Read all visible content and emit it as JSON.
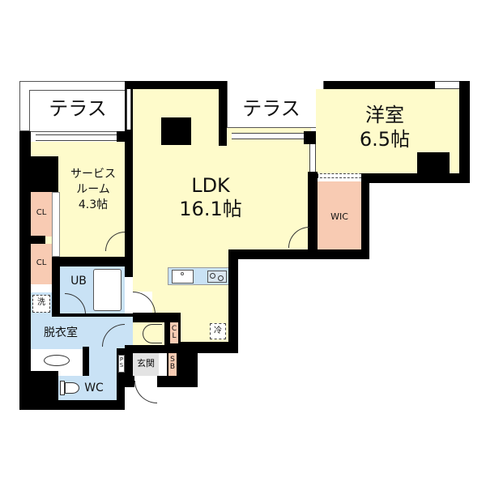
{
  "floorplan": {
    "rooms": {
      "terrace_left": {
        "label": "テラス"
      },
      "terrace_mid": {
        "label": "テラス"
      },
      "western_room": {
        "label": "洋室",
        "size": "6.5帖"
      },
      "service_room": {
        "label_line1": "サービス",
        "label_line2": "ルーム",
        "size": "4.3帖"
      },
      "ldk": {
        "label": "LDK",
        "size": "16.1帖"
      },
      "wic": {
        "label": "WIC"
      },
      "closet_upper": {
        "label": "CL"
      },
      "closet_lower": {
        "label": "CL"
      },
      "unit_bath": {
        "label": "UB"
      },
      "washer": {
        "label": "洗"
      },
      "dressing_room": {
        "label": "脱衣室"
      },
      "toilet": {
        "label": "WC"
      },
      "entrance": {
        "label": "玄関"
      },
      "pipe_space": {
        "label": "PS"
      },
      "entrance_closet": {
        "label": "CL"
      },
      "shoe_box": {
        "label": "SB"
      },
      "fridge": {
        "label": "冷"
      }
    },
    "colors": {
      "living": "#fefbcb",
      "wet_area": "#c9e2f5",
      "storage": "#f8cbb3",
      "entrance": "#e3e3e3",
      "wall": "#000000"
    }
  }
}
